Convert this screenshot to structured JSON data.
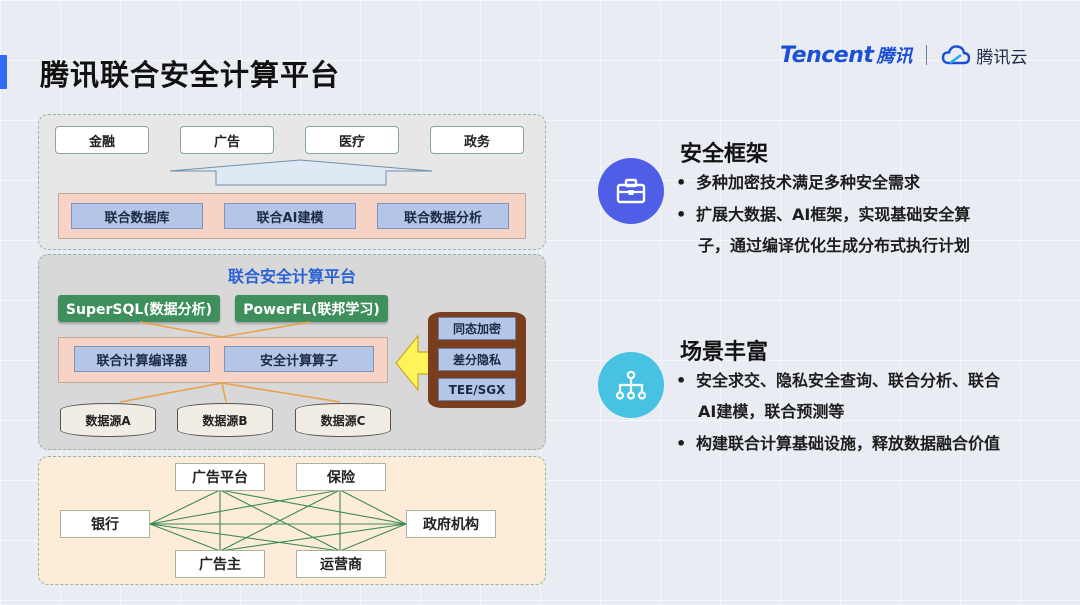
{
  "title": "腾讯联合安全计算平台",
  "brand": {
    "tencent": "Tencent",
    "tencent_cn": "腾讯",
    "cloud": "腾讯云"
  },
  "diagram": {
    "apps": [
      "金融",
      "广告",
      "医疗",
      "政务"
    ],
    "services": [
      "联合数据库",
      "联合AI建模",
      "联合数据分析"
    ],
    "platform_title": "联合安全计算平台",
    "engines": [
      "SuperSQL(数据分析)",
      "PowerFL(联邦学习)"
    ],
    "core": [
      "联合计算编译器",
      "安全计算算子"
    ],
    "crypto": [
      "同态加密",
      "差分隐私",
      "TEE/SGX"
    ],
    "sources": [
      "数据源A",
      "数据源B",
      "数据源C"
    ],
    "network": {
      "ad_platform": "广告平台",
      "insurance": "保险",
      "bank": "银行",
      "government": "政府机构",
      "advertiser": "广告主",
      "operator": "运营商"
    }
  },
  "section1": {
    "title": "安全框架",
    "icon": "briefcase-icon",
    "bullets": [
      {
        "line1": "多种加密技术满足多种安全需求",
        "line2": ""
      },
      {
        "line1": "扩展大数据、AI框架，实现基础安全算",
        "line2": "子，通过编译优化生成分布式执行计划"
      }
    ]
  },
  "section2": {
    "title": "场景丰富",
    "icon": "hierarchy-icon",
    "bullets": [
      {
        "line1": "安全求交、隐私安全查询、联合分析、联合",
        "line2": "AI建模，联合预测等"
      },
      {
        "line1": "构建联合计算基础设施，释放数据融合价值",
        "line2": ""
      }
    ]
  },
  "bullet_char": "•",
  "colors": {
    "accent": "#2f6bf3",
    "platform_title": "#2a62d6",
    "green": "#3f8f5d",
    "icon1": "#4f5ee6",
    "icon2": "#47c2e2"
  }
}
